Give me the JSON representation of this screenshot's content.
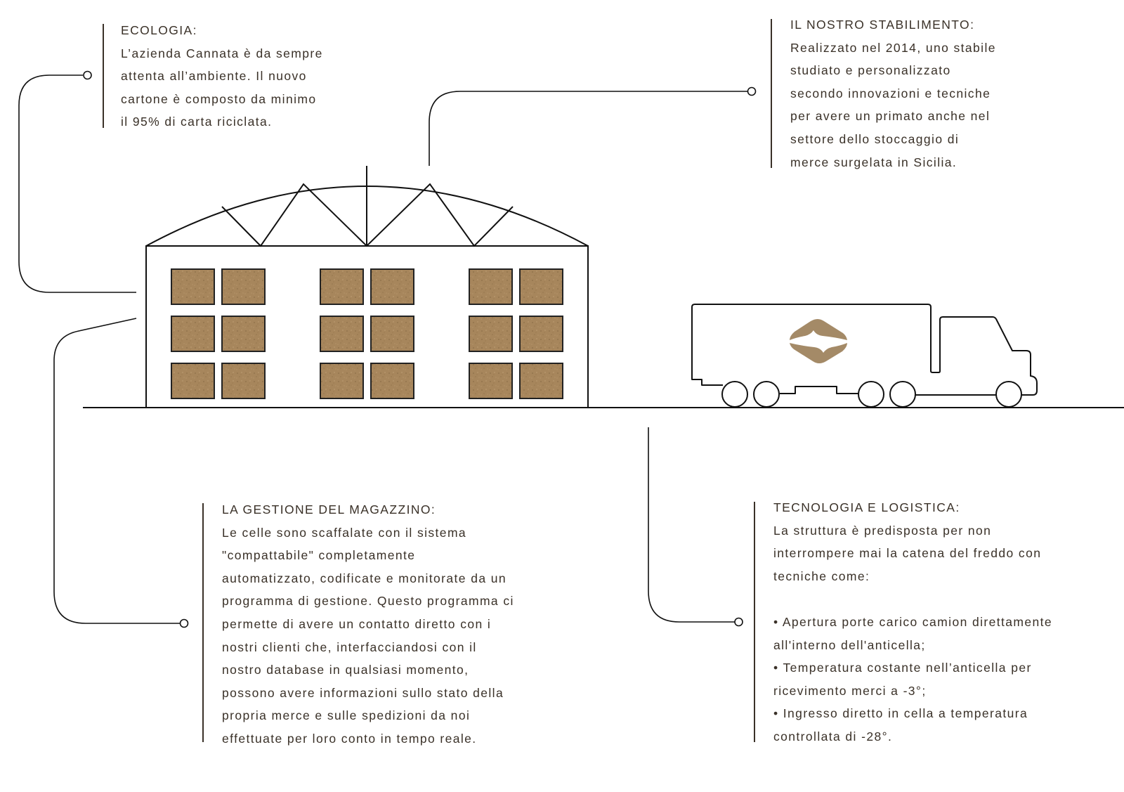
{
  "colors": {
    "line": "#111111",
    "text": "#3a3128",
    "cardboard": "#a7865c",
    "logo": "#a48a67"
  },
  "icons": {
    "logo": "brand-logo-icon",
    "warehouse": "warehouse-icon",
    "truck": "truck-icon"
  },
  "ecologia": {
    "title": "ECOLOGIA:",
    "lines": [
      "L’azienda Cannata è da sempre",
      "attenta all’ambiente. Il nuovo",
      "cartone è composto da minimo",
      "il 95% di carta riciclata."
    ]
  },
  "stabilimento": {
    "title": "IL NOSTRO STABILIMENTO:",
    "lines": [
      "Realizzato nel 2014, uno stabile",
      "studiato e personalizzato",
      "secondo innovazioni e tecniche",
      "per avere un primato anche nel",
      "settore dello stoccaggio di",
      "merce surgelata in Sicilia."
    ]
  },
  "magazzino": {
    "title": "LA GESTIONE DEL MAGAZZINO:",
    "lines": [
      "Le celle sono scaffalate con il sistema",
      "\"compattabile\" completamente",
      "automatizzato, codificate e monitorate da un",
      "programma di gestione. Questo programma ci",
      "permette di avere un contatto diretto con i",
      "nostri clienti che, interfacciandosi con il",
      "nostro database in qualsiasi momento,",
      "possono avere informazioni sullo stato della",
      "propria merce e sulle spedizioni da noi",
      "effettuate per loro conto in tempo reale."
    ]
  },
  "tecnologia": {
    "title": "TECNOLOGIA E LOGISTICA:",
    "intro": [
      "La struttura è predisposta per non",
      "interrompere mai la catena del freddo con",
      "tecniche come:"
    ],
    "bullets": [
      "• Apertura porte carico camion direttamente",
      "all'interno dell'anticella;",
      "• Temperatura costante nell’anticella per",
      "ricevimento merci a -3°;",
      "• Ingresso diretto in cella a temperatura",
      "controllata di -28°."
    ]
  }
}
